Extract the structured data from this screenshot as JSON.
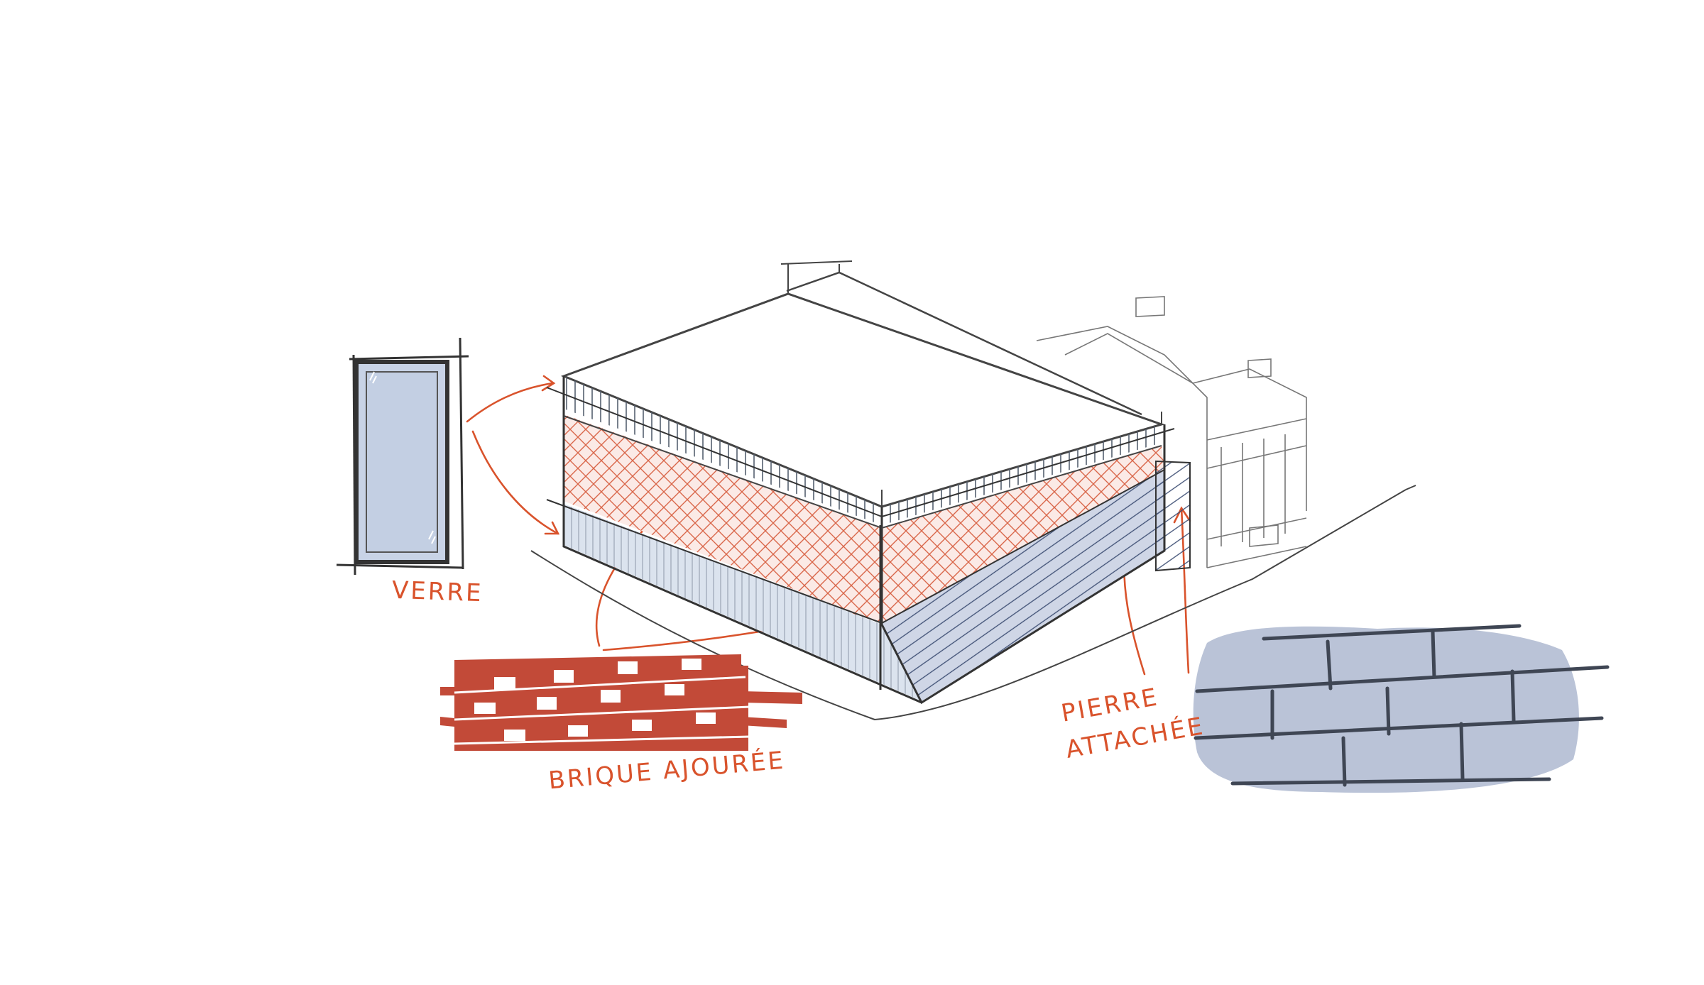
{
  "labels": {
    "verre": "VERRE",
    "brique": "BRIQUE AJOURÉE",
    "pierre_line1": "PIERRE",
    "pierre_line2": "ATTACHÉE"
  },
  "colors": {
    "ink": "#4a4a4a",
    "accent": "#d9532c",
    "brick": "#c24a38",
    "glass": "#c6d2e4",
    "stone": "#9aa6c2"
  }
}
